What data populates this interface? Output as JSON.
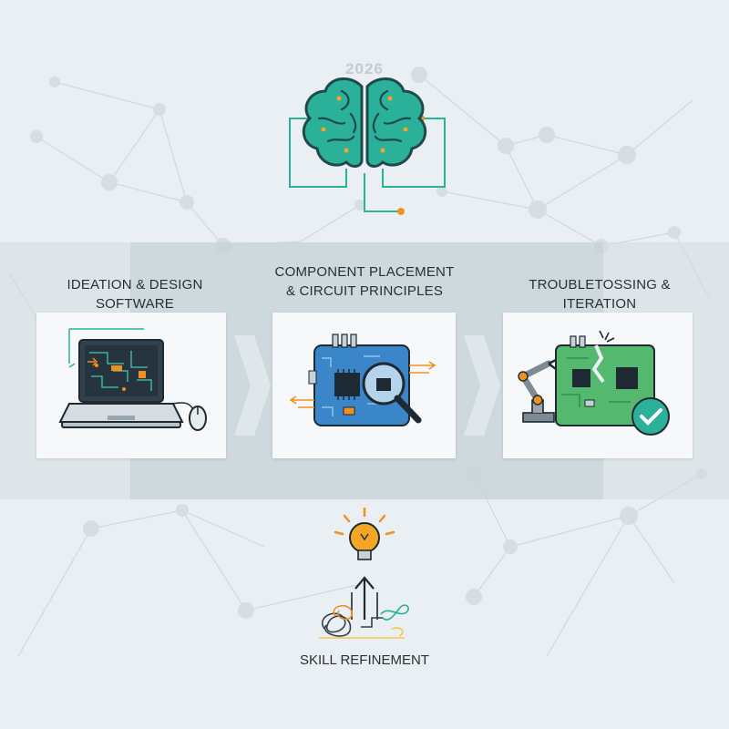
{
  "year": "2026",
  "steps": [
    {
      "title": "IDEATION & DESIGN SOFTWARE",
      "icon": "laptop-pcb-design-icon"
    },
    {
      "title_line1": "COMPONENT PLACEMENT",
      "title_line2": "& CIRCUIT PRINCIPLES",
      "icon": "circuit-board-magnifier-icon"
    },
    {
      "title": "TROUBLETOSSING & ITERATION",
      "icon": "robot-arm-board-check-icon"
    }
  ],
  "bottom": {
    "label": "SKILL REFINEMENT",
    "icon": "lightbulb-arrow-scribble-icon"
  },
  "colors": {
    "teal": "#2bb09a",
    "teal_dark": "#1d8a79",
    "orange": "#f0901e",
    "blue_board": "#3a86c8",
    "green_board": "#54b96e",
    "navy": "#2c3e50",
    "background": "#e9eff2"
  }
}
